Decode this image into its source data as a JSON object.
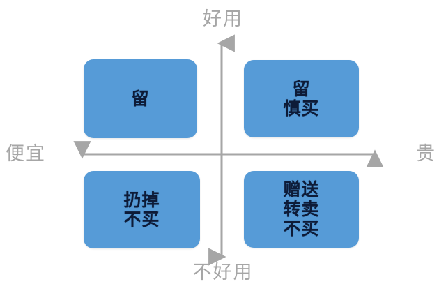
{
  "diagram": {
    "type": "2x2-matrix",
    "background_color": "#ffffff",
    "axis_color": "#a6a6a6",
    "box_fill_color": "#569bd7",
    "box_text_color": "#0d1b38",
    "axes": {
      "vertical": {
        "top_label": "好用",
        "bottom_label": "不好用",
        "arrowheads": "both"
      },
      "horizontal": {
        "left_label": "便宜",
        "right_label": "贵",
        "arrowheads": "both"
      }
    },
    "quadrants": [
      {
        "id": "top-left",
        "position": "cheap-useful",
        "lines": [
          "留"
        ]
      },
      {
        "id": "top-right",
        "position": "expensive-useful",
        "lines": [
          "留",
          "慎买"
        ]
      },
      {
        "id": "bottom-left",
        "position": "cheap-not-useful",
        "lines": [
          "扔掉",
          "不买"
        ]
      },
      {
        "id": "bottom-right",
        "position": "expensive-not-useful",
        "lines": [
          "赠送",
          "转卖",
          "不买"
        ]
      }
    ]
  }
}
